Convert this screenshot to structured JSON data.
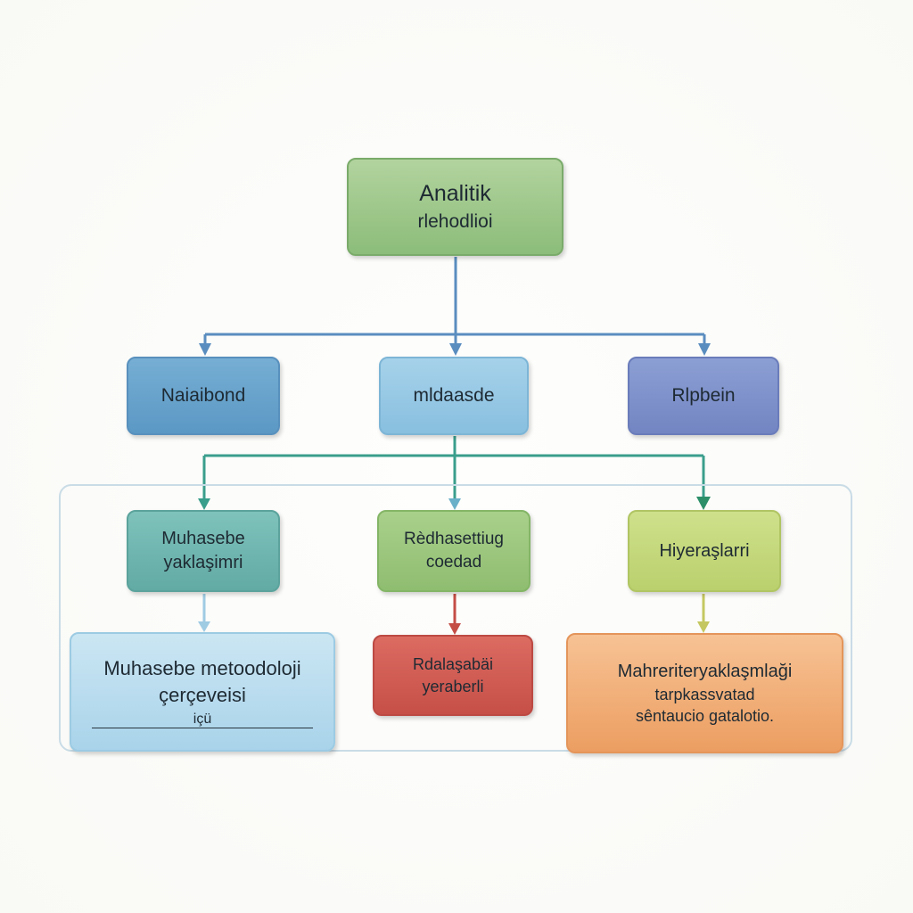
{
  "colors": {
    "connector_blue": "#5a8dbf",
    "connector_teal": "#3a9e8c",
    "connector_red": "#c44d46",
    "connector_olive": "#c4c760",
    "frame": "#c9dce6"
  },
  "root": {
    "line1": "Analitik",
    "line2": "rlehodlioi"
  },
  "level1": {
    "left": "Naiaibond",
    "center": "mldaasde",
    "right": "Rlpbein"
  },
  "level2": {
    "left": {
      "line1": "Muhasebe",
      "line2": "yaklaşimri"
    },
    "center": {
      "line1": "Rèdhasettiug",
      "line2": "coedad"
    },
    "right": {
      "line1": "Hiyeraşlarri"
    }
  },
  "level3": {
    "left": {
      "line1": "Muhasebe metoodoloji",
      "line2": "çerçeveisi",
      "line3": "içü"
    },
    "center": {
      "line1": "Rdalaşabäi",
      "line2": "yeraberli"
    },
    "right": {
      "line1": "Mahreriteryaklaşmlaği",
      "line2": "tarpkassvatad",
      "line3": "sêntaucio gatalotio."
    }
  }
}
